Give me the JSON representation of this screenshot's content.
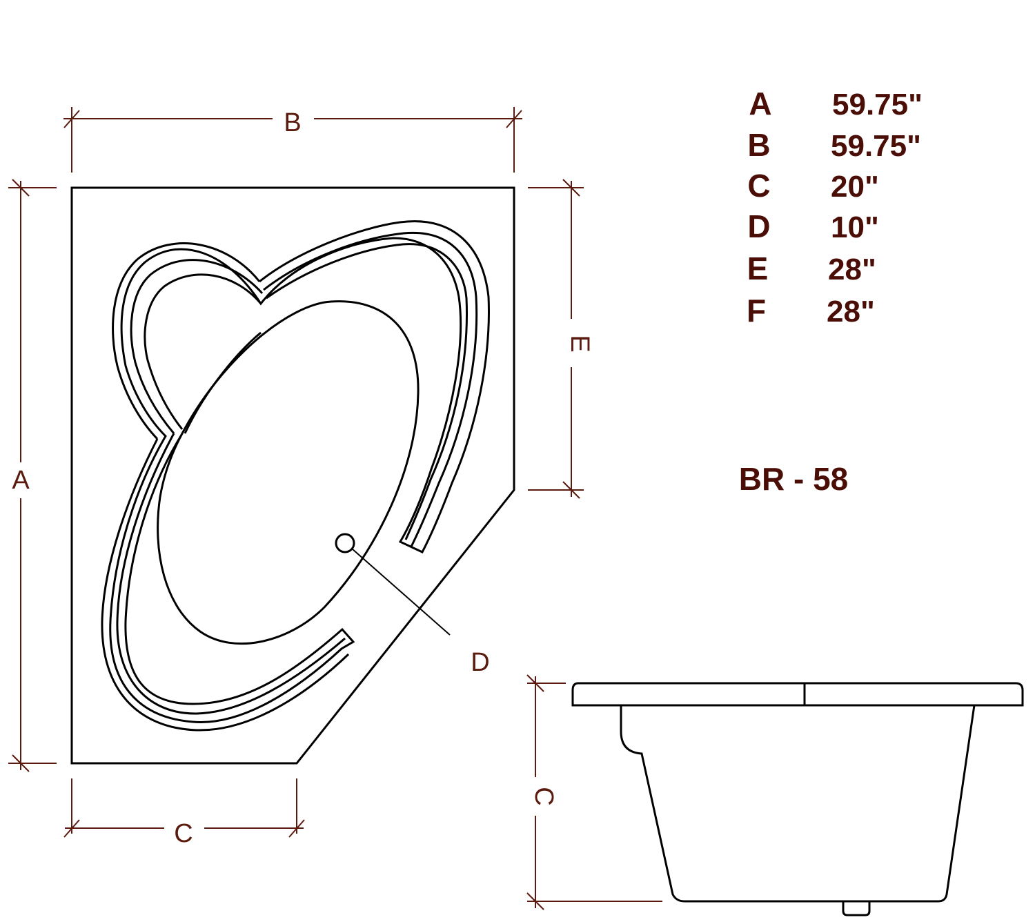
{
  "diagram": {
    "dimension_labels": {
      "a": "A",
      "b": "B",
      "c_top_view": "C",
      "c_side_view": "C",
      "d": "D",
      "e": "E"
    },
    "specs": [
      {
        "key": "A",
        "value": "59.75\""
      },
      {
        "key": "B",
        "value": "59.75\""
      },
      {
        "key": "C",
        "value": "20\""
      },
      {
        "key": "D",
        "value": "10\""
      },
      {
        "key": "E",
        "value": "28\""
      },
      {
        "key": "F",
        "value": "28\""
      }
    ],
    "model": "BR - 58",
    "colors": {
      "outline": "#000000",
      "dimension": "#5a1a0e",
      "text": "#4a0e06"
    }
  }
}
